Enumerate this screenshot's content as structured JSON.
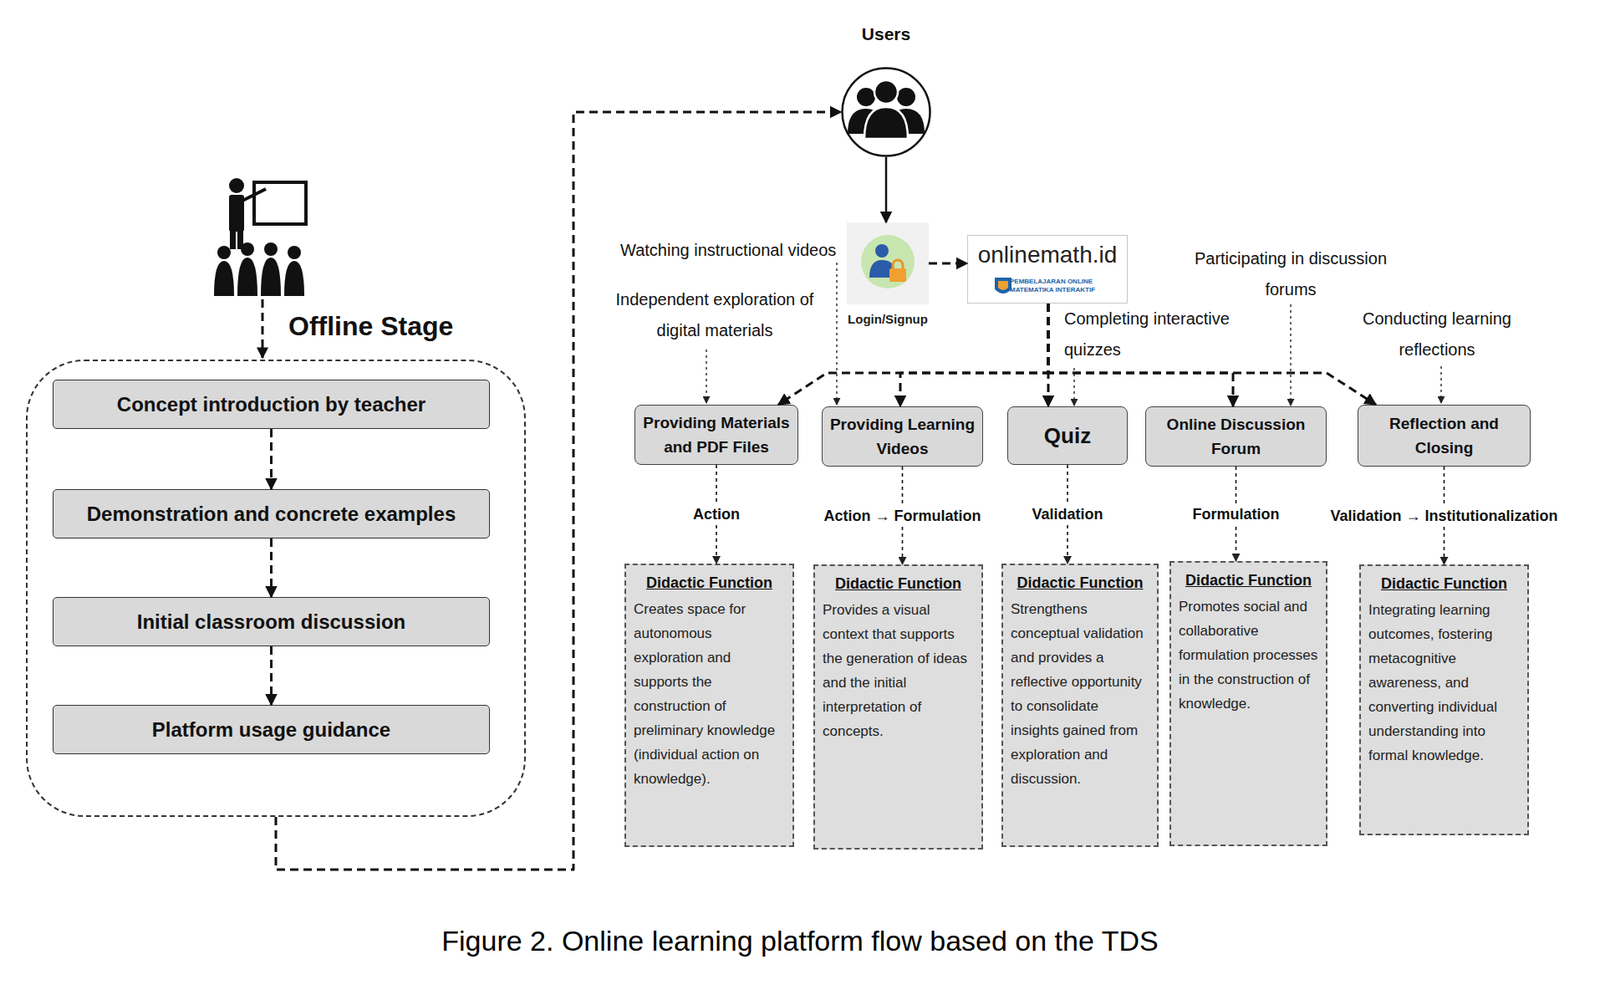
{
  "diagram": {
    "caption": "Figure 2. Online learning platform flow based on the TDS",
    "nodes": [
      {
        "text": [
          "Offline Stage"
        ]
      },
      {
        "text": [
          "Concept introduction by teacher"
        ],
        "in": 0
      },
      {
        "text": [
          "Demonstration and concrete examples"
        ],
        "in": 0
      },
      {
        "text": [
          "Initial classroom discussion"
        ],
        "in": 0
      },
      {
        "text": [
          "Platform usage guidance"
        ],
        "in": 0
      },
      {
        "text": [
          "Users"
        ]
      },
      {
        "text": [
          "Login/Signup"
        ]
      },
      {
        "text": [
          "onlinemath.id",
          "PEMBELAJARAN ONLINE MATEMATIKA INTERAKTIF"
        ]
      },
      {
        "text": [
          "Providing Materials and PDF Files"
        ]
      },
      {
        "text": [
          "Providing Learning Videos"
        ]
      },
      {
        "text": [
          "Quiz"
        ]
      },
      {
        "text": [
          "Online Discussion Forum"
        ]
      },
      {
        "text": [
          "Reflection and Closing"
        ]
      },
      {
        "text": [
          "Didactic Function",
          "Creates space for autonomous exploration and supports the construction of preliminary knowledge (individual action on knowledge)."
        ]
      },
      {
        "text": [
          "Didactic Function",
          "Provides a visual context that supports the generation of ideas and the initial interpretation of concepts."
        ]
      },
      {
        "text": [
          "Didactic Function",
          "Strengthens conceptual validation and provides a reflective opportunity to consolidate insights gained from exploration and discussion."
        ]
      },
      {
        "text": [
          "Didactic Function",
          "Promotes social and collaborative formulation processes in the construction of knowledge."
        ]
      },
      {
        "text": [
          "Didactic Function",
          "Integrating learning outcomes, fostering metacognitive awareness, and converting individual understanding into formal knowledge."
        ]
      }
    ],
    "edges": [
      {
        "from": 0,
        "to": 5,
        "arrow": "to"
      },
      {
        "from": 1,
        "to": 2,
        "arrow": "to"
      },
      {
        "from": 2,
        "to": 3,
        "arrow": "to"
      },
      {
        "from": 3,
        "to": 4,
        "arrow": "to"
      },
      {
        "from": 5,
        "to": 6,
        "arrow": "to"
      },
      {
        "from": 6,
        "to": 7,
        "arrow": "to"
      },
      {
        "from": 7,
        "to": 8,
        "arrow": "to"
      },
      {
        "from": 7,
        "to": 9,
        "arrow": "to"
      },
      {
        "from": 7,
        "to": 10,
        "arrow": "to"
      },
      {
        "from": 7,
        "to": 11,
        "arrow": "to"
      },
      {
        "from": 7,
        "to": 12,
        "arrow": "to"
      },
      {
        "from": 8,
        "to": 13,
        "label": "Action",
        "arrow": "to"
      },
      {
        "from": 9,
        "to": 14,
        "label": "Action → Formulation",
        "arrow": "to"
      },
      {
        "from": 10,
        "to": 15,
        "label": "Validation",
        "arrow": "to"
      },
      {
        "from": 11,
        "to": 16,
        "label": "Formulation",
        "arrow": "to"
      },
      {
        "from": 12,
        "to": 17,
        "label": "Validation → Institutionalization",
        "arrow": "to"
      }
    ],
    "labels": [
      "Watching instructional videos",
      "Independent exploration of digital materials",
      "Completing interactive quizzes",
      "Participating in discussion forums",
      "Conducting learning reflections"
    ]
  }
}
